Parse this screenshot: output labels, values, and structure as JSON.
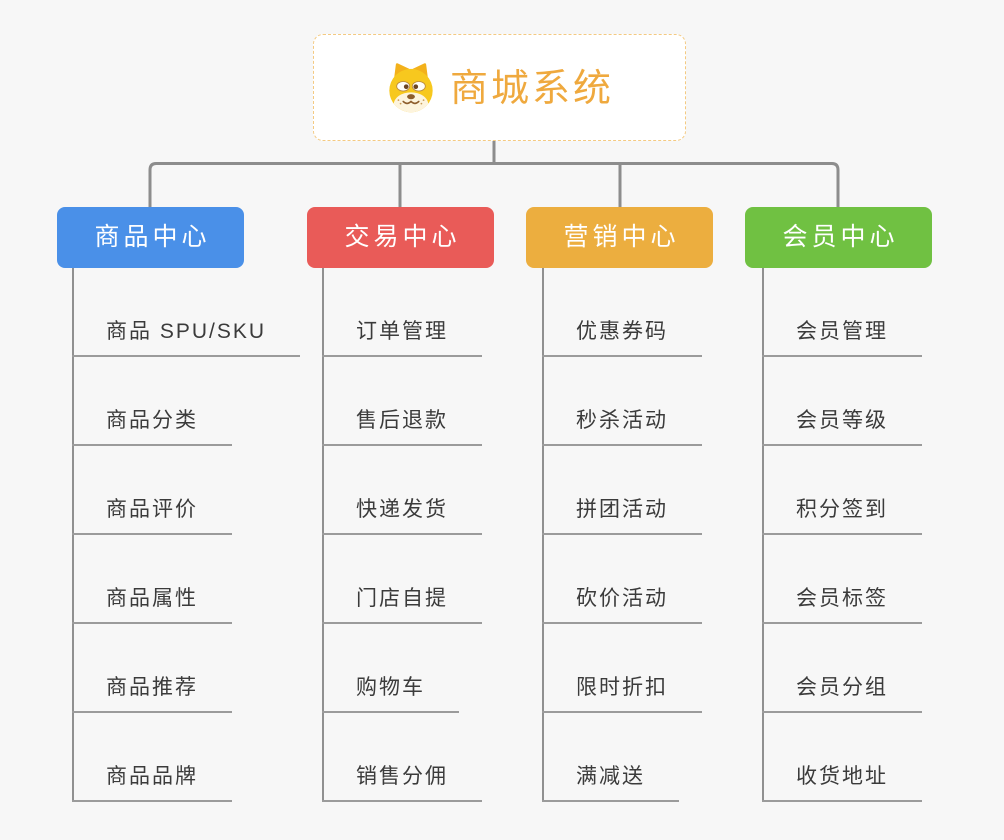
{
  "canvas": {
    "background": "#f7f7f7",
    "connector_color": "#8d8d8d"
  },
  "root": {
    "title": "商城系统",
    "icon": "dog-face-icon",
    "title_color": "#efa93e",
    "border_color": "#f4ca82"
  },
  "branches": [
    {
      "id": "product-center",
      "label": "商品中心",
      "color": "#4a90e8",
      "children": [
        "商品 SPU/SKU",
        "商品分类",
        "商品评价",
        "商品属性",
        "商品推荐",
        "商品品牌"
      ]
    },
    {
      "id": "trade-center",
      "label": "交易中心",
      "color": "#e95b58",
      "children": [
        "订单管理",
        "售后退款",
        "快递发货",
        "门店自提",
        "购物车",
        "销售分佣"
      ]
    },
    {
      "id": "marketing-center",
      "label": "营销中心",
      "color": "#ecae3f",
      "children": [
        "优惠券码",
        "秒杀活动",
        "拼团活动",
        "砍价活动",
        "限时折扣",
        "满减送"
      ]
    },
    {
      "id": "member-center",
      "label": "会员中心",
      "color": "#70c142",
      "children": [
        "会员管理",
        "会员等级",
        "积分签到",
        "会员标签",
        "会员分组",
        "收货地址"
      ]
    }
  ]
}
